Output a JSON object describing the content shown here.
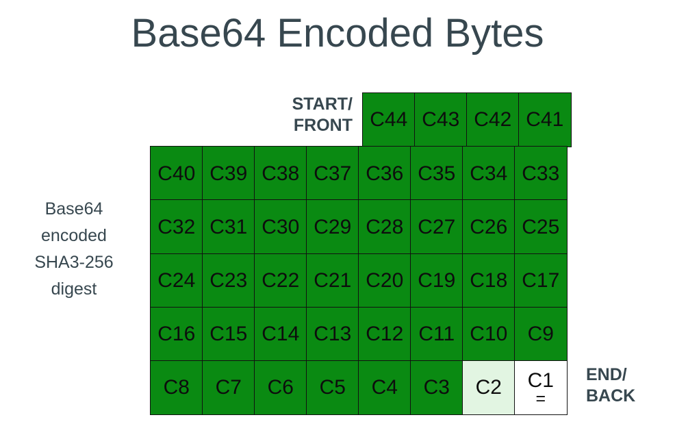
{
  "title": "Base64 Encoded Bytes",
  "labels": {
    "start": "START/\nFRONT",
    "end": "END/\nBACK",
    "left": "Base64\nencoded\nSHA3-256\ndigest"
  },
  "colors": {
    "cell_green": "#0a8a12",
    "cell_pale": "#e2f5e2",
    "cell_white": "#ffffff",
    "border": "#111111",
    "text_dark": "#37474f",
    "cell_text": "#0d0d0d"
  },
  "grid": {
    "columns": 8,
    "rows": 6,
    "rows_data": [
      {
        "offset": 4,
        "cells": [
          {
            "label": "C44",
            "style": "green"
          },
          {
            "label": "C43",
            "style": "green"
          },
          {
            "label": "C42",
            "style": "green"
          },
          {
            "label": "C41",
            "style": "green"
          }
        ]
      },
      {
        "offset": 0,
        "cells": [
          {
            "label": "C40",
            "style": "green"
          },
          {
            "label": "C39",
            "style": "green"
          },
          {
            "label": "C38",
            "style": "green"
          },
          {
            "label": "C37",
            "style": "green"
          },
          {
            "label": "C36",
            "style": "green"
          },
          {
            "label": "C35",
            "style": "green"
          },
          {
            "label": "C34",
            "style": "green"
          },
          {
            "label": "C33",
            "style": "green"
          }
        ]
      },
      {
        "offset": 0,
        "cells": [
          {
            "label": "C32",
            "style": "green"
          },
          {
            "label": "C31",
            "style": "green"
          },
          {
            "label": "C30",
            "style": "green"
          },
          {
            "label": "C29",
            "style": "green"
          },
          {
            "label": "C28",
            "style": "green"
          },
          {
            "label": "C27",
            "style": "green"
          },
          {
            "label": "C26",
            "style": "green"
          },
          {
            "label": "C25",
            "style": "green"
          }
        ]
      },
      {
        "offset": 0,
        "cells": [
          {
            "label": "C24",
            "style": "green"
          },
          {
            "label": "C23",
            "style": "green"
          },
          {
            "label": "C22",
            "style": "green"
          },
          {
            "label": "C21",
            "style": "green"
          },
          {
            "label": "C20",
            "style": "green"
          },
          {
            "label": "C19",
            "style": "green"
          },
          {
            "label": "C18",
            "style": "green"
          },
          {
            "label": "C17",
            "style": "green"
          }
        ]
      },
      {
        "offset": 0,
        "cells": [
          {
            "label": "C16",
            "style": "green"
          },
          {
            "label": "C15",
            "style": "green"
          },
          {
            "label": "C14",
            "style": "green"
          },
          {
            "label": "C13",
            "style": "green"
          },
          {
            "label": "C12",
            "style": "green"
          },
          {
            "label": "C11",
            "style": "green"
          },
          {
            "label": "C10",
            "style": "green"
          },
          {
            "label": "C9",
            "style": "green"
          }
        ]
      },
      {
        "offset": 0,
        "cells": [
          {
            "label": "C8",
            "style": "green"
          },
          {
            "label": "C7",
            "style": "green"
          },
          {
            "label": "C6",
            "style": "green"
          },
          {
            "label": "C5",
            "style": "green"
          },
          {
            "label": "C4",
            "style": "green"
          },
          {
            "label": "C3",
            "style": "green"
          },
          {
            "label": "C2",
            "style": "pale"
          },
          {
            "label": "C1",
            "style": "white",
            "pad": "="
          }
        ]
      }
    ]
  }
}
